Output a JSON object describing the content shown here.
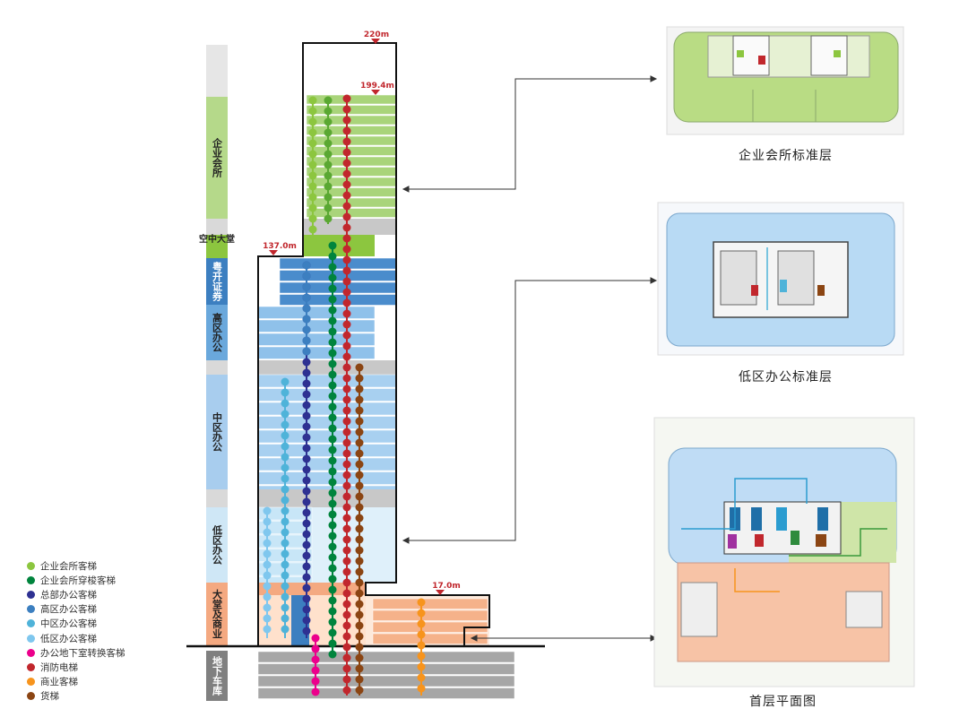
{
  "zones": [
    {
      "label": "企业会所",
      "color": "#8cc63f"
    },
    {
      "label": "空中大堂",
      "color": "#8cc63f"
    },
    {
      "label": "粤开证券",
      "color": "#3c7fc0"
    },
    {
      "label": "高区办公",
      "color": "#5b9bd5"
    },
    {
      "label": "中区办公",
      "color": "#88b9e2"
    },
    {
      "label": "低区办公",
      "color": "#bfe0f3"
    },
    {
      "label": "大堂及商业",
      "color": "#f4a981"
    },
    {
      "label": "地下车库",
      "color": "#7f7f7f"
    }
  ],
  "elevations": {
    "top": "220m",
    "roof": "199.4m",
    "sky_lobby": "137.0m",
    "podium": "17.0m"
  },
  "legend": [
    {
      "label": "企业会所客梯",
      "color": "#8cc63f"
    },
    {
      "label": "企业会所穿梭客梯",
      "color": "#00843d"
    },
    {
      "label": "总部办公客梯",
      "color": "#2e3192"
    },
    {
      "label": "高区办公客梯",
      "color": "#3c7fc0"
    },
    {
      "label": "中区办公客梯",
      "color": "#4fb3d9"
    },
    {
      "label": "低区办公客梯",
      "color": "#7fc7ee"
    },
    {
      "label": "办公地下室转换客梯",
      "color": "#ec008c"
    },
    {
      "label": "消防电梯",
      "color": "#c1272d"
    },
    {
      "label": "商业客梯",
      "color": "#f7941d"
    },
    {
      "label": "货梯",
      "color": "#8b4513"
    }
  ],
  "plans": {
    "club_floor": "企业会所标准层",
    "low_office_floor": "低区办公标准层",
    "ground_floor": "首层平面图"
  }
}
